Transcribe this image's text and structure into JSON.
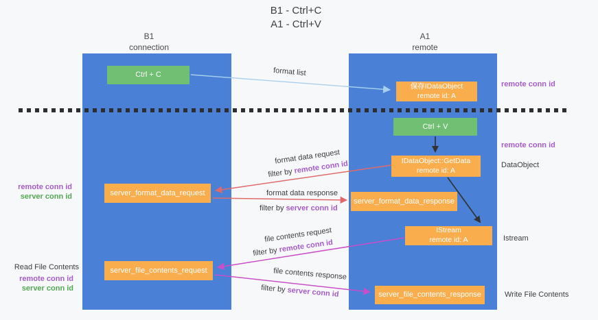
{
  "title": {
    "line1": "B1 - Ctrl+C",
    "line2": "A1 - Ctrl+V"
  },
  "lanes": {
    "left": {
      "header_line1": "B1",
      "header_line2": "connection"
    },
    "right": {
      "header_line1": "A1",
      "header_line2": "remote"
    }
  },
  "nodes": {
    "ctrl_c": {
      "label": "Ctrl + C"
    },
    "ctrl_v": {
      "label": "Ctrl + V"
    },
    "save_idataobject": {
      "line1": "保存IDataObject",
      "line2": "remote id: A"
    },
    "getdata": {
      "line1": "IDataObject::GetData",
      "line2": "remote id: A"
    },
    "istream": {
      "line1": "IStream",
      "line2": "remote id: A"
    },
    "server_format_data_request": {
      "label": "server_format_data_request"
    },
    "server_format_data_response": {
      "label": "server_format_data_response"
    },
    "server_file_contents_request": {
      "label": "server_file_contents_request"
    },
    "server_file_contents_response": {
      "label": "server_file_contents_response"
    }
  },
  "flow_labels": {
    "format_list": "format list",
    "format_data_request": "format data request",
    "format_data_request_filter_prefix": "filter by ",
    "format_data_request_filter_key": "remote conn id",
    "format_data_response": "format data response",
    "format_data_response_filter_prefix": "filter by ",
    "format_data_response_filter_key": "server conn id",
    "file_contents_request": "file contents request",
    "file_contents_request_filter_prefix": "filter by ",
    "file_contents_request_filter_key": "remote conn id",
    "file_contents_response": "file contents response",
    "file_contents_response_filter_prefix": "filter by ",
    "file_contents_response_filter_key": "server conn id"
  },
  "annotations": {
    "right": {
      "remote_conn_id_top": "remote conn id",
      "remote_conn_id_mid": "remote conn id",
      "dataobject": "DataObject",
      "istream": "Istream",
      "write_file_contents": "Write File Contents"
    },
    "left": {
      "remote_conn_id": "remote conn id",
      "server_conn_id": "server conn id",
      "read_file_contents": "Read File Contents",
      "remote_conn_id_2": "remote conn id",
      "server_conn_id_2": "server conn id"
    }
  },
  "colors": {
    "lane_blue": "#4a80d6",
    "node_orange": "#f9ad4d",
    "node_green": "#70bf73",
    "arrow_light_blue": "#a9cfee",
    "arrow_red": "#e06a6a",
    "arrow_magenta": "#cb4ec9",
    "arrow_black": "#333333",
    "label_purple": "#a65cc8",
    "label_green": "#52a852",
    "divider_dark": "#2e2e2e",
    "background": "#f7f8fa"
  }
}
